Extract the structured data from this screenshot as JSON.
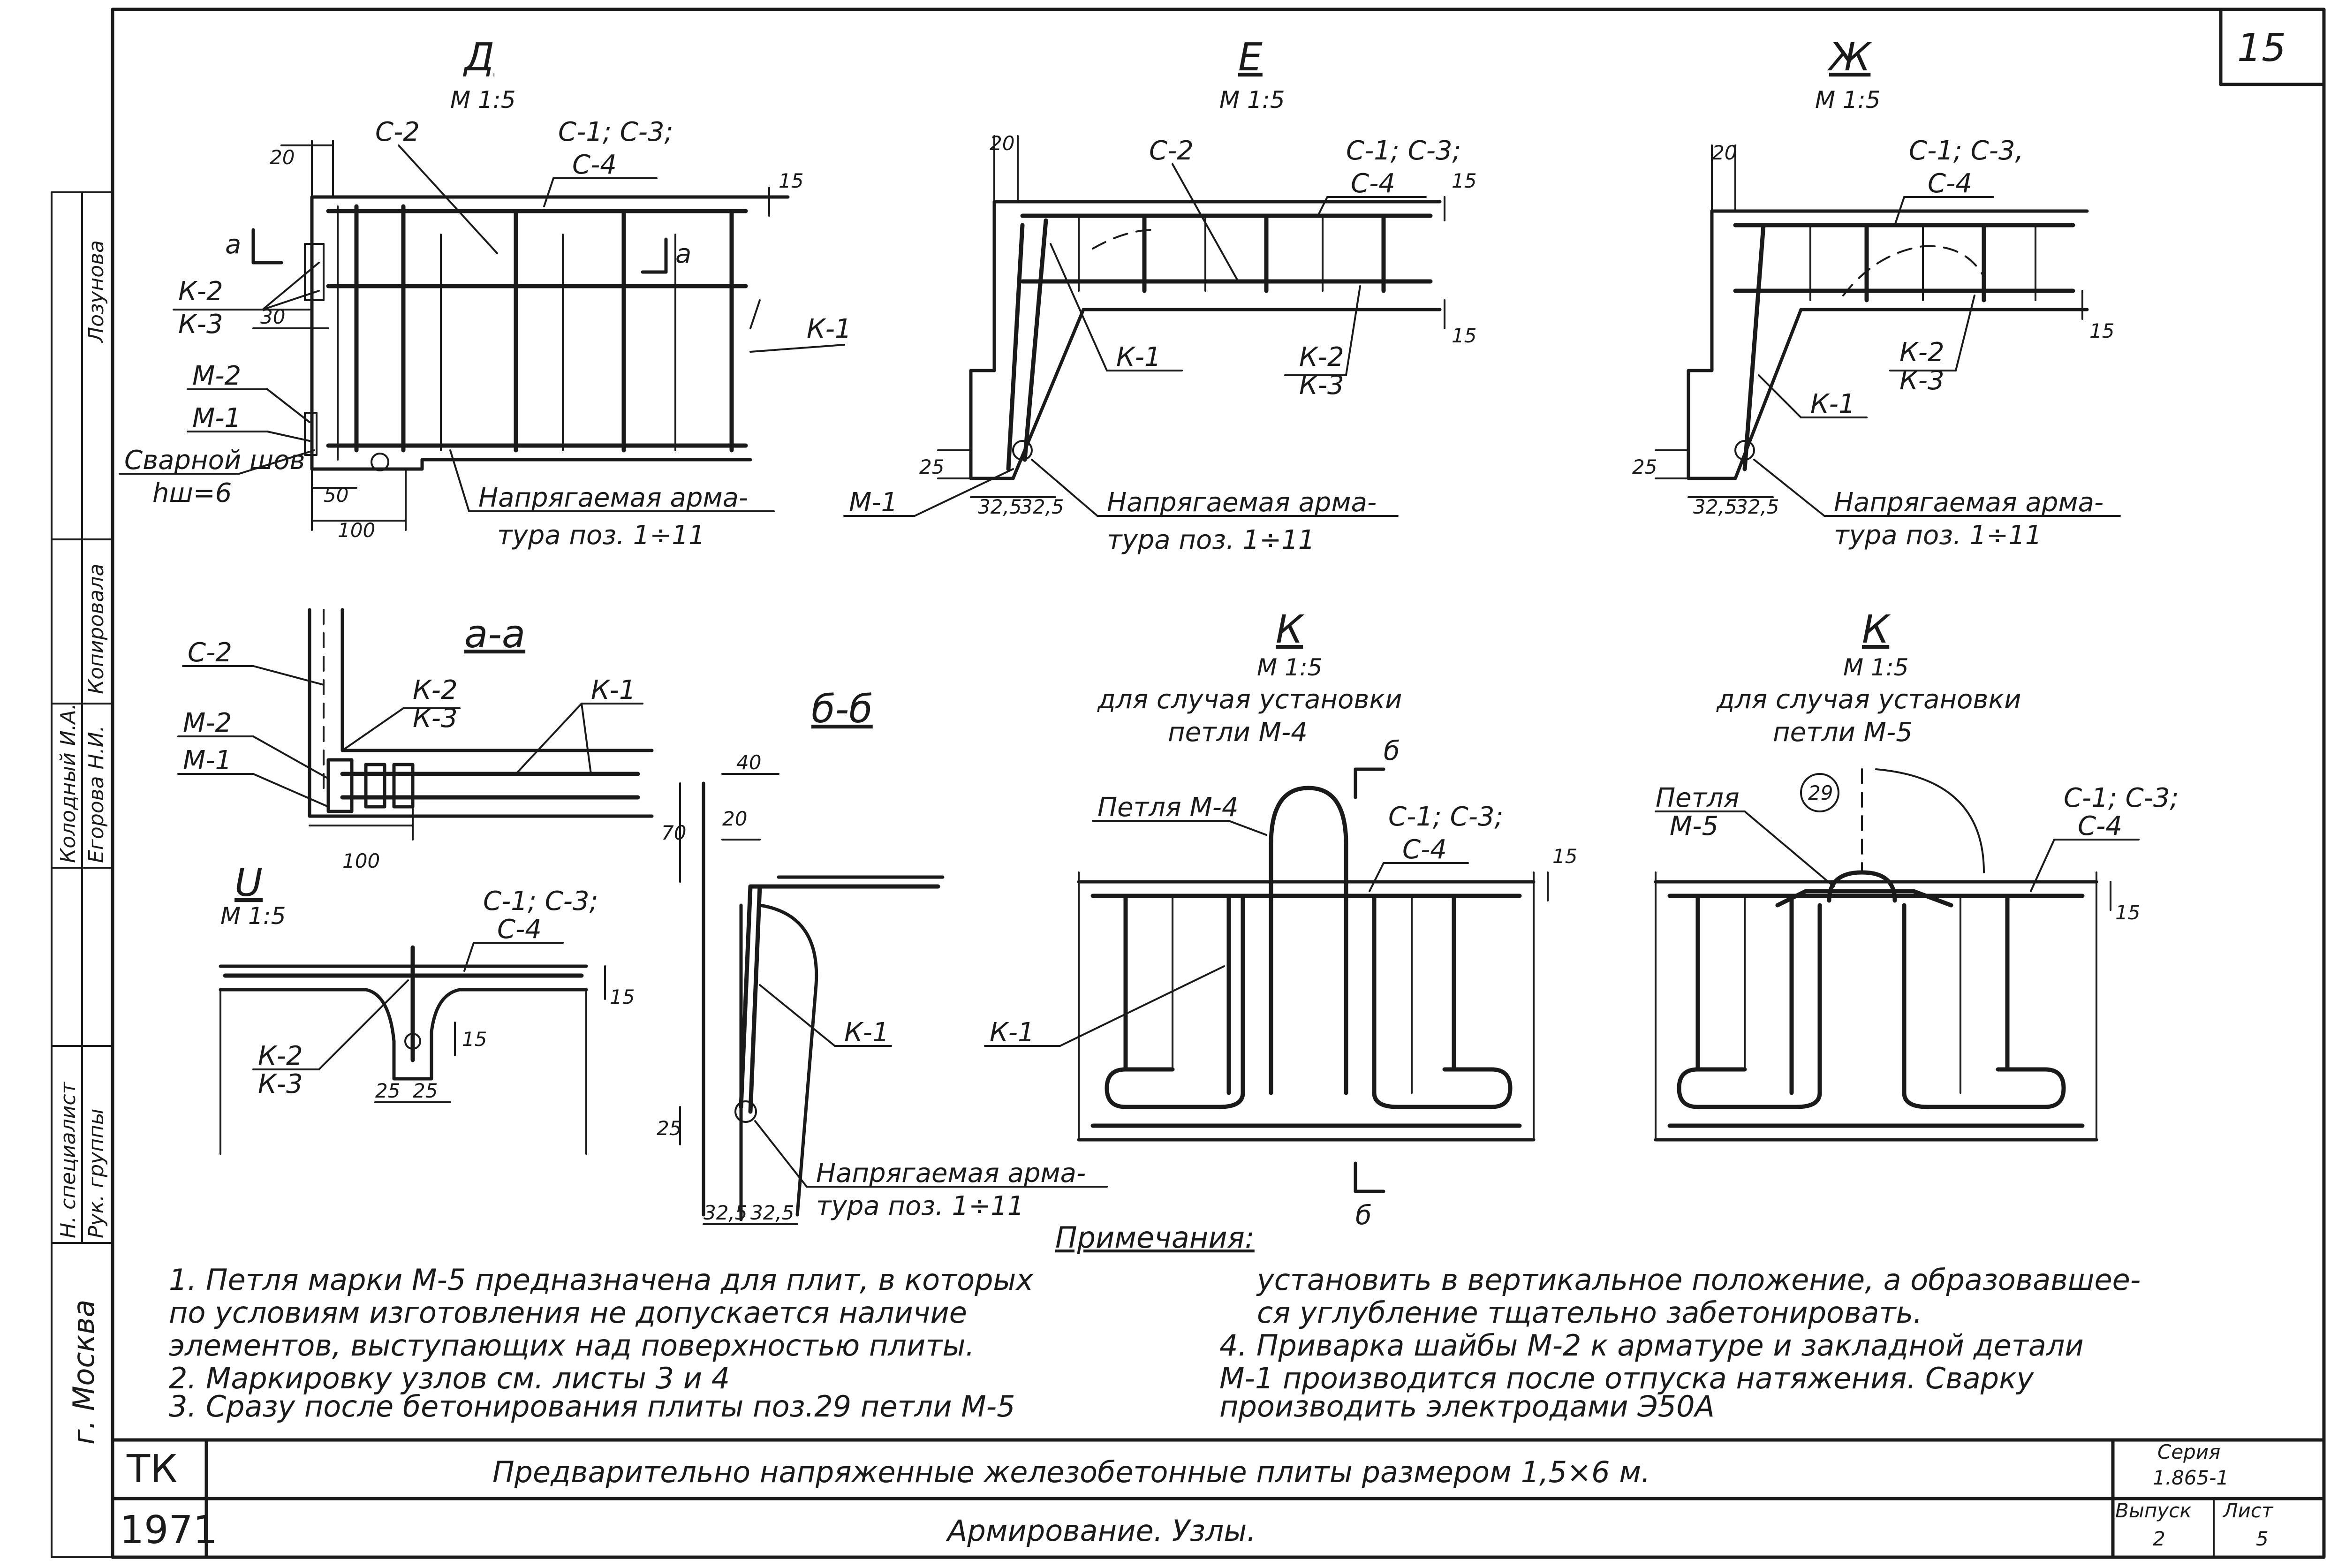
{
  "sheet_number": "15",
  "views": {
    "d": {
      "title": "Д",
      "scale": "М 1:5",
      "labels": [
        "С-2",
        "С-1; С-3;",
        "С-4",
        "К-2",
        "К-3",
        "К-1",
        "М-2",
        "М-1",
        "Сварной шов",
        "hш=6",
        "а",
        "а",
        "Напрягаемая арма-",
        "тура поз. 1÷11"
      ],
      "dims": [
        "20",
        "30",
        "50",
        "100",
        "15"
      ]
    },
    "e": {
      "title": "Е",
      "scale": "М 1:5",
      "labels": [
        "С-2",
        "С-1; С-3;",
        "С-4",
        "К-1",
        "К-2",
        "К-3",
        "М-1",
        "Напрягаемая арма-",
        "тура поз. 1÷11"
      ],
      "dims": [
        "20",
        "15",
        "15",
        "25",
        "32,5",
        "32,5"
      ]
    },
    "zh": {
      "title": "Ж",
      "scale": "М 1:5",
      "labels": [
        "С-1; С-3,",
        "С-4",
        "К-2",
        "К-3",
        "К-1",
        "Напрягаемая арма-",
        "тура поз. 1÷11"
      ],
      "dims": [
        "20",
        "15",
        "25",
        "32,5",
        "32,5"
      ]
    },
    "aa": {
      "title": "а-а",
      "labels": [
        "С-2",
        "К-2",
        "К-3",
        "К-1",
        "М-2",
        "М-1"
      ],
      "dims": [
        "100"
      ]
    },
    "u": {
      "title": "U",
      "scale": "М 1:5",
      "labels": [
        "С-1; С-3;",
        "С-4",
        "К-2",
        "К-3"
      ],
      "dims": [
        "15",
        "15",
        "25",
        "25"
      ]
    },
    "bb": {
      "title": "б-б",
      "labels": [
        "К-1",
        "Напрягаемая арма-",
        "тура поз. 1÷11"
      ],
      "dims": [
        "40",
        "20",
        "70",
        "25",
        "32,5",
        "32,5"
      ]
    },
    "k1": {
      "title": "К",
      "scale": "М 1:5",
      "caption1": "для случая установки",
      "caption2": "петли М-4",
      "labels": [
        "Петля М-4",
        "С-1; С-3;",
        "С-4",
        "К-1",
        "б",
        "б"
      ],
      "dims": [
        "15"
      ]
    },
    "k2": {
      "title": "К",
      "scale": "М 1:5",
      "caption1": "для случая установки",
      "caption2": "петли М-5",
      "labels": [
        "Петля",
        "М-5",
        "29",
        "С-1; С-3;",
        "С-4"
      ],
      "dims": [
        "15"
      ]
    }
  },
  "notes": {
    "heading": "Примечания:",
    "left": [
      "1.  Петля марки М-5 предназначена для плит, в которых",
      "     по условиям изготовления не допускается наличие",
      "     элементов, выступающих над поверхностью плиты.",
      "2.  Маркировку узлов см. листы 3 и 4",
      "3.  Сразу после бетонирования плиты поз.29 петли М-5"
    ],
    "right": [
      "установить в вертикальное положение, а образовавшее-",
      "ся углубление тщательно забетонировать.",
      "4.  Приварка шайбы М-2 к арматуре и закладной детали",
      "     М-1 производится после отпуска натяжения. Сварку",
      "     производить электродами Э50А"
    ]
  },
  "title_block": {
    "org": "ТК",
    "year": "1971",
    "title": "Предварительно напряженные железобетонные плиты размером 1,5×6 м.",
    "subtitle": "Армирование. Узлы.",
    "series_label": "Серия",
    "series_value": "1.865-1",
    "issue_label": "Выпуск",
    "issue_value": "2",
    "sheet_label": "Лист",
    "sheet_value": "5",
    "city": "г. Москва"
  },
  "side_stamp": [
    "Лозунова",
    "Копировала",
    "Колодный И.А.",
    "Егорова Н.И.",
    "Н. специалист",
    "Рук. группы"
  ]
}
